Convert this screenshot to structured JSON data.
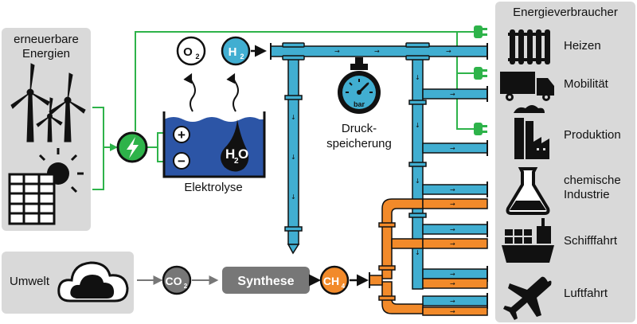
{
  "sources": {
    "renewables_label_line1": "erneuerbare",
    "renewables_label_line2": "Energien",
    "environment_label": "Umwelt"
  },
  "electrolysis": {
    "label": "Elektrolyse",
    "plus": "+",
    "minus": "−",
    "water": "H",
    "water_sub": "2",
    "water_tail": "O"
  },
  "gases": {
    "oxygen": "O",
    "oxygen_sub": "2",
    "hydrogen": "H",
    "hydrogen_sub": "2",
    "co2": "CO",
    "co2_sub": "2",
    "methane": "CH",
    "methane_sub": "4"
  },
  "storage": {
    "label_line1": "Druck-",
    "label_line2": "speicherung",
    "gauge_unit": "bar"
  },
  "synthesis": {
    "label": "Synthese"
  },
  "consumers": {
    "title": "Energieverbraucher",
    "items": [
      {
        "label": "Heizen",
        "icon": "radiator-icon"
      },
      {
        "label": "Mobilität",
        "icon": "truck-icon"
      },
      {
        "label": "Produktion",
        "icon": "factory-icon"
      },
      {
        "label": "chemische",
        "label2": "Industrie",
        "icon": "flask-icon"
      },
      {
        "label": "Schifffahrt",
        "icon": "ship-icon"
      },
      {
        "label": "Luftfahrt",
        "icon": "airplane-icon"
      }
    ]
  },
  "colors": {
    "panel": "#d9d9d9",
    "green": "#2eb34a",
    "hydrogen_pipe": "#41aed1",
    "methane_pipe": "#f28a2a",
    "electrolyte": "#2c55a6",
    "grey_box": "#777777"
  }
}
